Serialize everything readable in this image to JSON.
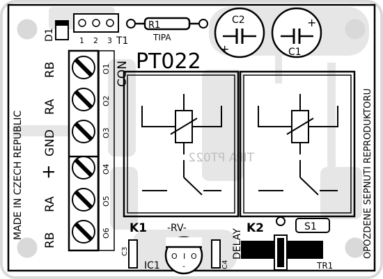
{
  "board": {
    "name": "PT022",
    "label_con": "CON",
    "mirror_text": "TIPA PT022",
    "made_in": "MADE IN CZECH REPUBLIC",
    "description": "OPOZDENE SEPNUTI REPRODUKTORU"
  },
  "terminals": {
    "labels": [
      "RB",
      "RA",
      "GND",
      "+",
      "RA",
      "RB"
    ],
    "pins": [
      "O1",
      "O2",
      "O3",
      "O4",
      "O5",
      "O6"
    ]
  },
  "components": {
    "d1": "D1",
    "t1": "T1",
    "t1_pins": [
      "1",
      "2",
      "3"
    ],
    "r1": "R1",
    "r1_note": "TIPA",
    "c1": "C1",
    "c2": "C2",
    "plus": "+",
    "k1": "K1",
    "k2": "K2",
    "rv": "-RV-",
    "delay": "DELAY",
    "s1": "S1",
    "ic1": "IC1",
    "ic1_pins": [
      "O",
      "I",
      "-"
    ],
    "c3": "C3",
    "c4": "C4",
    "tr1": "TR1"
  },
  "colors": {
    "copper": "#d9d9d9",
    "silkscreen": "#000000",
    "board": "#ffffff"
  }
}
